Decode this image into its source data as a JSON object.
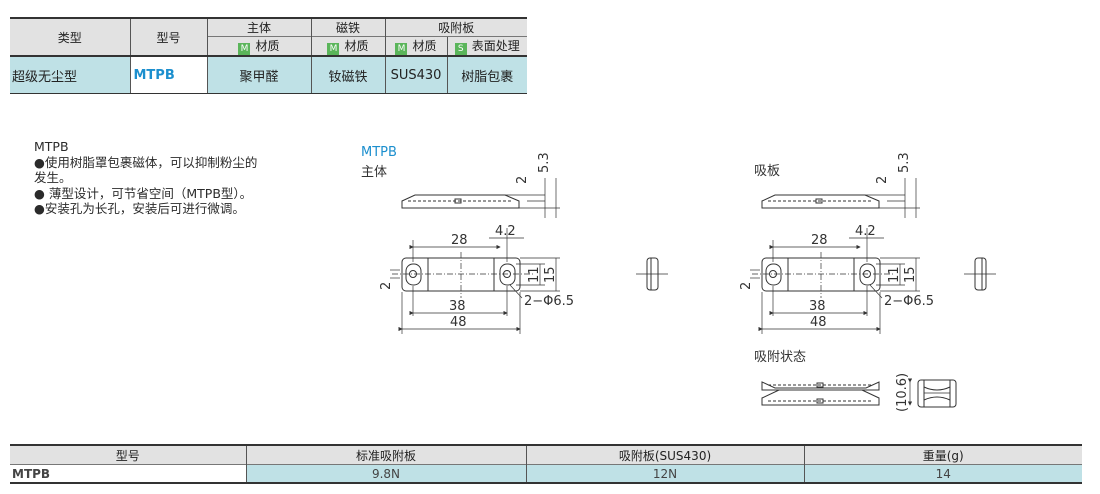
{
  "spec_table": {
    "headers": {
      "type": "类型",
      "model": "型号",
      "body": "主体",
      "magnet": "磁铁",
      "plate": "吸附板",
      "material": "材质",
      "surface": "表面处理",
      "mark_m": "M",
      "mark_s": "S"
    },
    "row": {
      "type": "超级无尘型",
      "model": "MTPB",
      "body_material": "聚甲醛",
      "magnet_material": "钕磁铁",
      "plate_material": "SUS430",
      "plate_surface": "树脂包裹"
    }
  },
  "description": {
    "title": "MTPB",
    "points": [
      "●使用树脂罩包裹磁体，可以抑制粉尘的发生。",
      "● 薄型设计，可节省空间（MTPB型）。",
      "●安装孔为长孔，安装后可进行微调。"
    ]
  },
  "drawing": {
    "main_label_model": "MTPB",
    "main_label_body": "主体",
    "plate_label": "吸板",
    "attach_label": "吸附状态",
    "dims": {
      "h_total": "5.3",
      "h_part": "2",
      "pitch_top": "28",
      "slot": "4.2",
      "side_left": "2",
      "side_11": "11",
      "side_15": "15",
      "hole": "2−Φ6.5",
      "pitch_bottom": "38",
      "length": "48",
      "attach_h": "(10.6)"
    }
  },
  "perf_table": {
    "headers": [
      "型号",
      "标准吸附板",
      "吸附板(SUS430)",
      "重量(g)"
    ],
    "row": [
      "MTPB",
      "9.8N",
      "12N",
      "14"
    ]
  }
}
